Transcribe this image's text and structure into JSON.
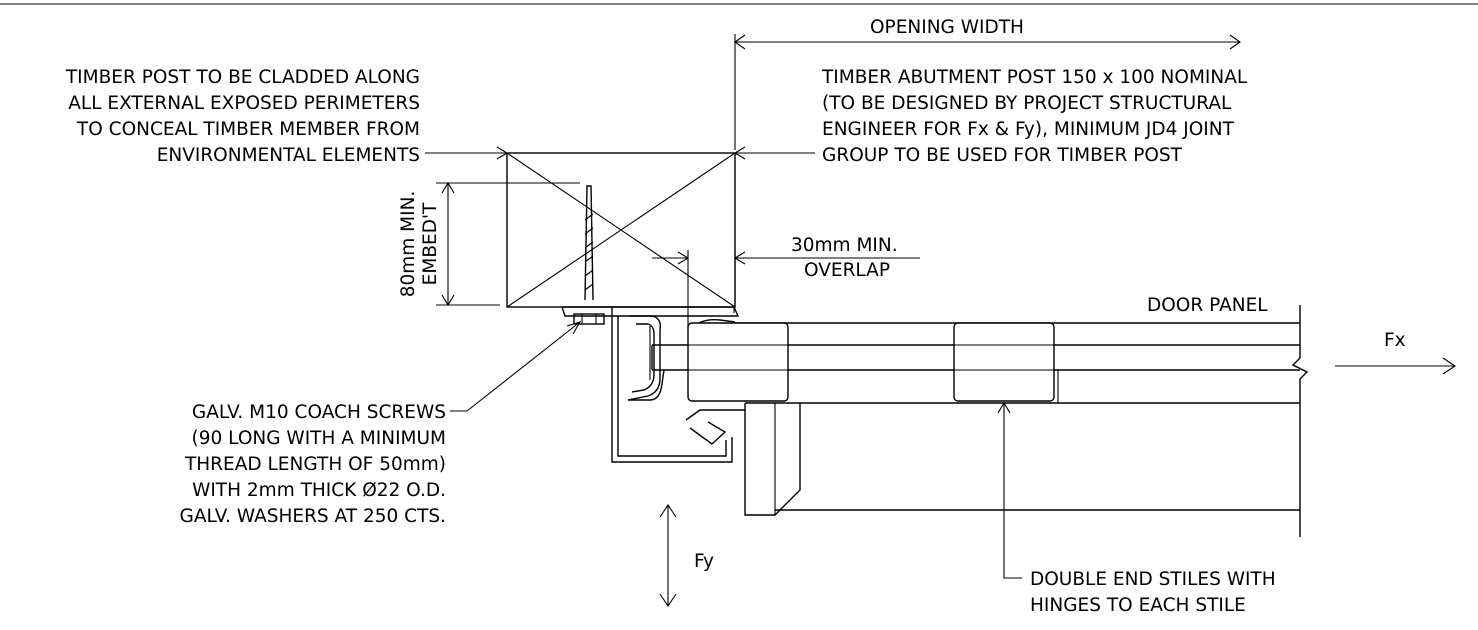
{
  "labels": {
    "opening_width": "OPENING WIDTH",
    "timber_post_clad": [
      "TIMBER POST TO BE CLADDED ALONG",
      "ALL EXTERNAL EXPOSED PERIMETERS",
      "TO CONCEAL TIMBER MEMBER FROM",
      "ENVIRONMENTAL ELEMENTS"
    ],
    "timber_abutment": [
      "TIMBER ABUTMENT POST 150 x 100 NOMINAL",
      "(TO BE DESIGNED BY PROJECT STRUCTURAL",
      "ENGINEER FOR Fx & Fy), MINIMUM JD4 JOINT",
      "GROUP TO BE USED FOR TIMBER POST"
    ],
    "embed": [
      "80mm MIN.",
      "EMBED'T"
    ],
    "overlap": [
      "30mm MIN.",
      "OVERLAP"
    ],
    "door_panel": "DOOR PANEL",
    "fx": "Fx",
    "fy": "Fy",
    "coach_screws": [
      "GALV. M10 COACH SCREWS",
      "(90 LONG WITH A MINIMUM",
      "THREAD LENGTH OF 50mm)",
      "WITH 2mm THICK Ø22 O.D.",
      "GALV. WASHERS AT 250 CTS."
    ],
    "stiles": [
      "DOUBLE END STILES WITH",
      "HINGES TO EACH STILE"
    ]
  }
}
